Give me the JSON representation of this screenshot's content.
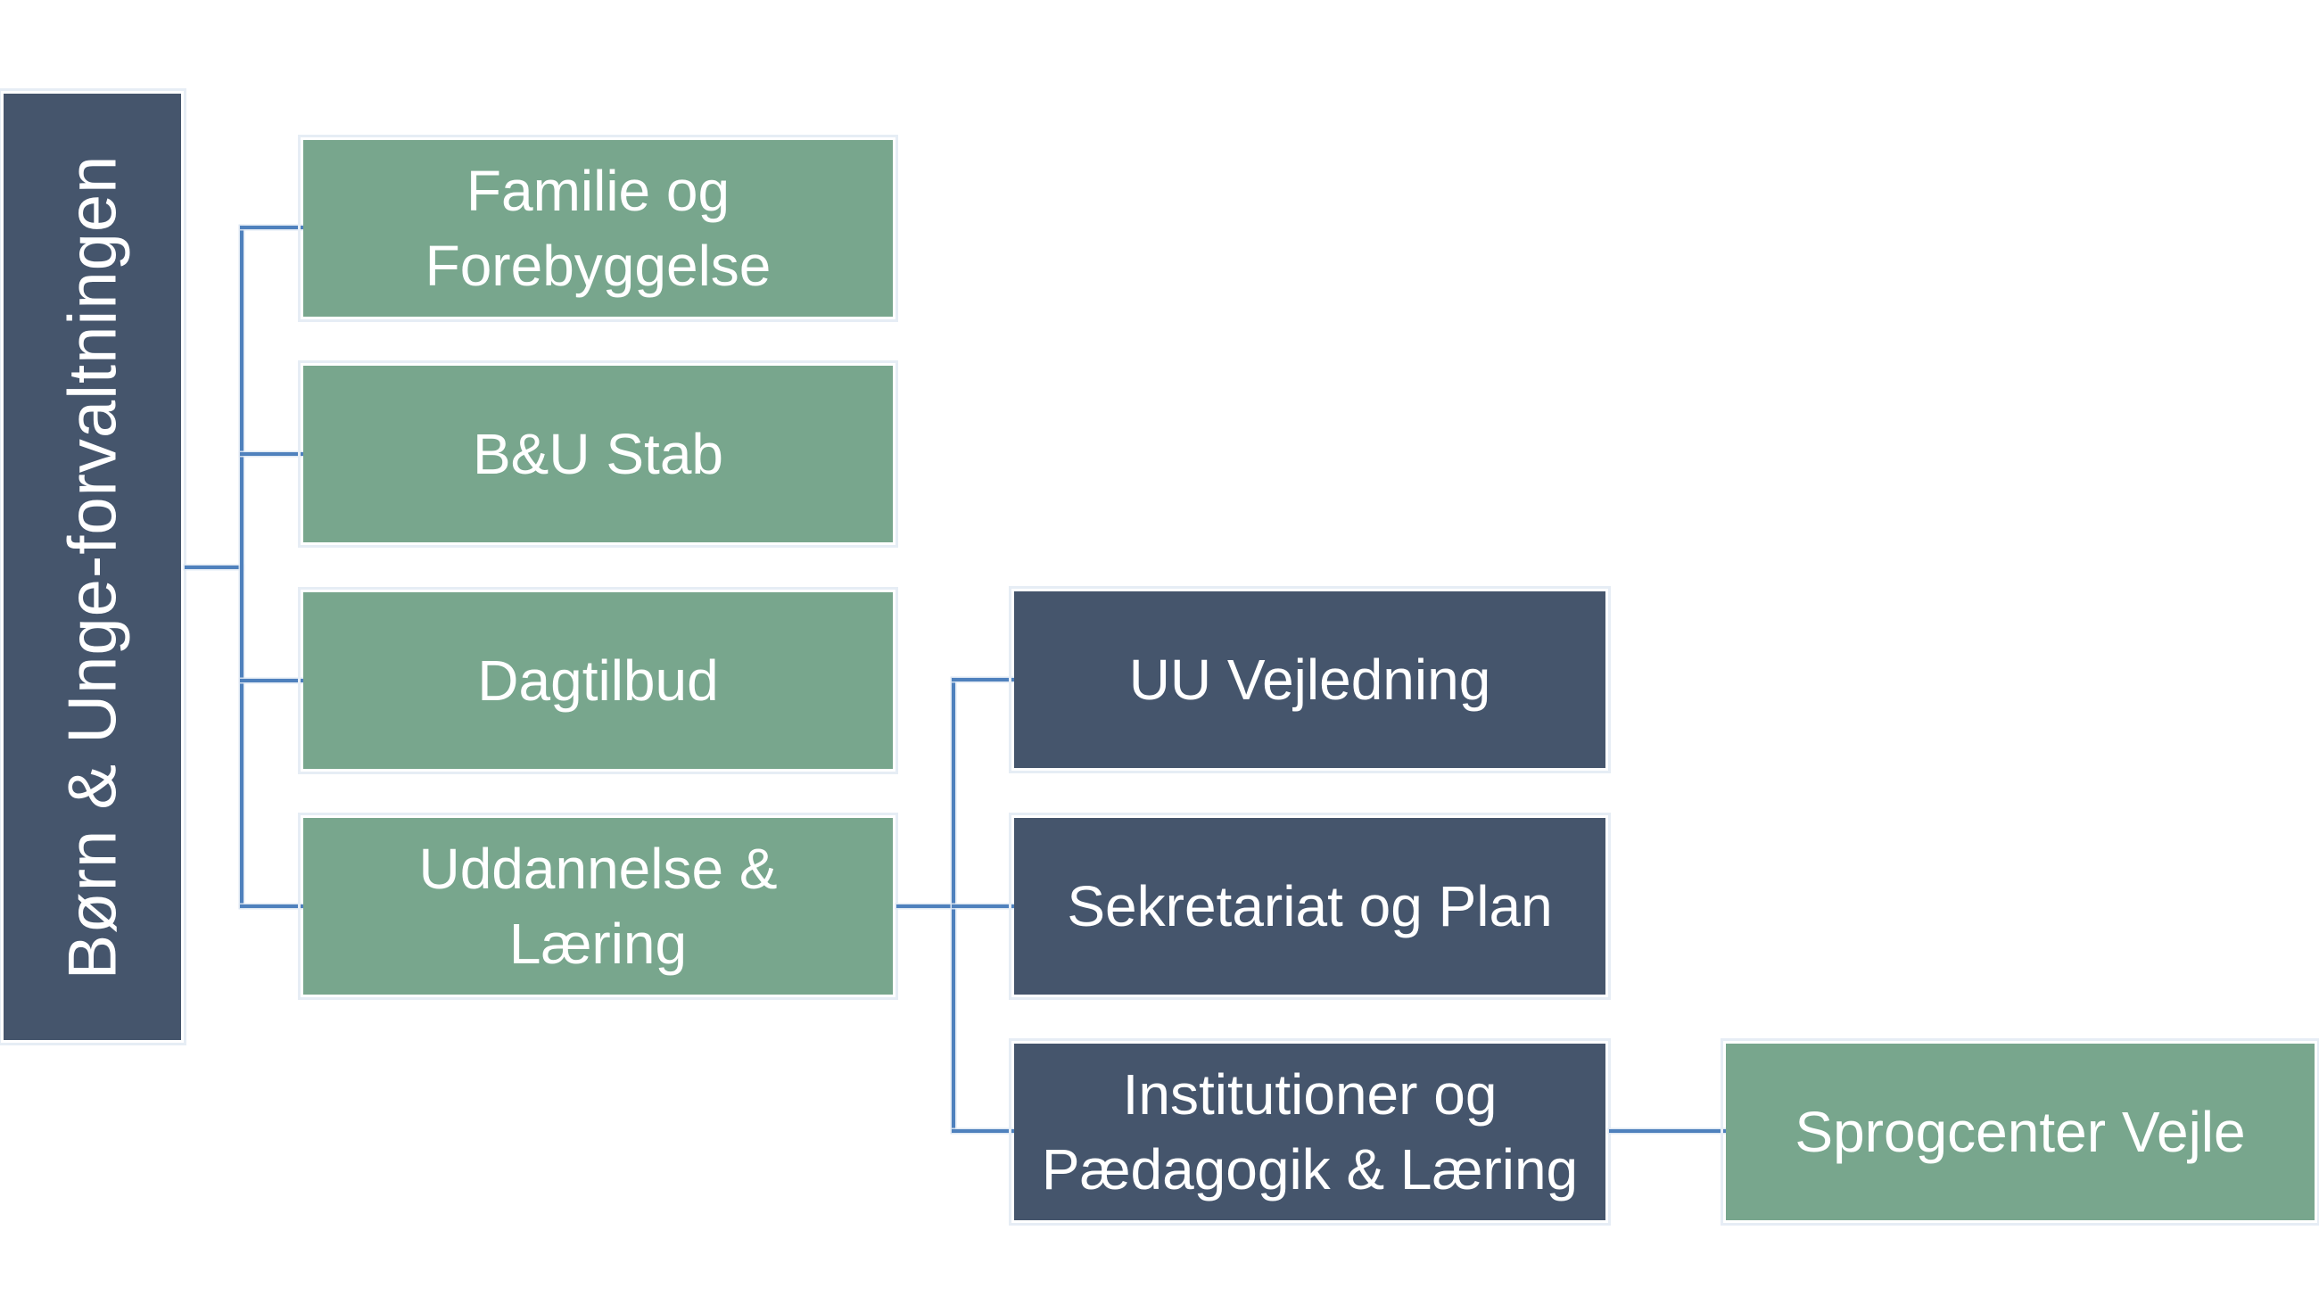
{
  "diagram": {
    "type": "org-chart",
    "root": {
      "label": "Børn & Unge-forvaltningen"
    },
    "level1": [
      {
        "label": "Familie og Forebyggelse"
      },
      {
        "label": "B&U Stab"
      },
      {
        "label": "Dagtilbud"
      },
      {
        "label": "Uddannelse & Læring"
      }
    ],
    "level2": [
      {
        "label": "UU Vejledning",
        "parent": "Uddannelse & Læring"
      },
      {
        "label": "Sekretariat og Plan",
        "parent": "Uddannelse & Læring"
      },
      {
        "label": "Institutioner og Pædagogik & Læring",
        "parent": "Uddannelse & Læring"
      }
    ],
    "level3": [
      {
        "label": "Sprogcenter Vejle",
        "parent": "Institutioner og Pædagogik & Læring"
      }
    ],
    "colors": {
      "green_node": "#78a68d",
      "dark_node": "#45556c",
      "connector": "#4f81bd",
      "text": "#ffffff"
    }
  }
}
